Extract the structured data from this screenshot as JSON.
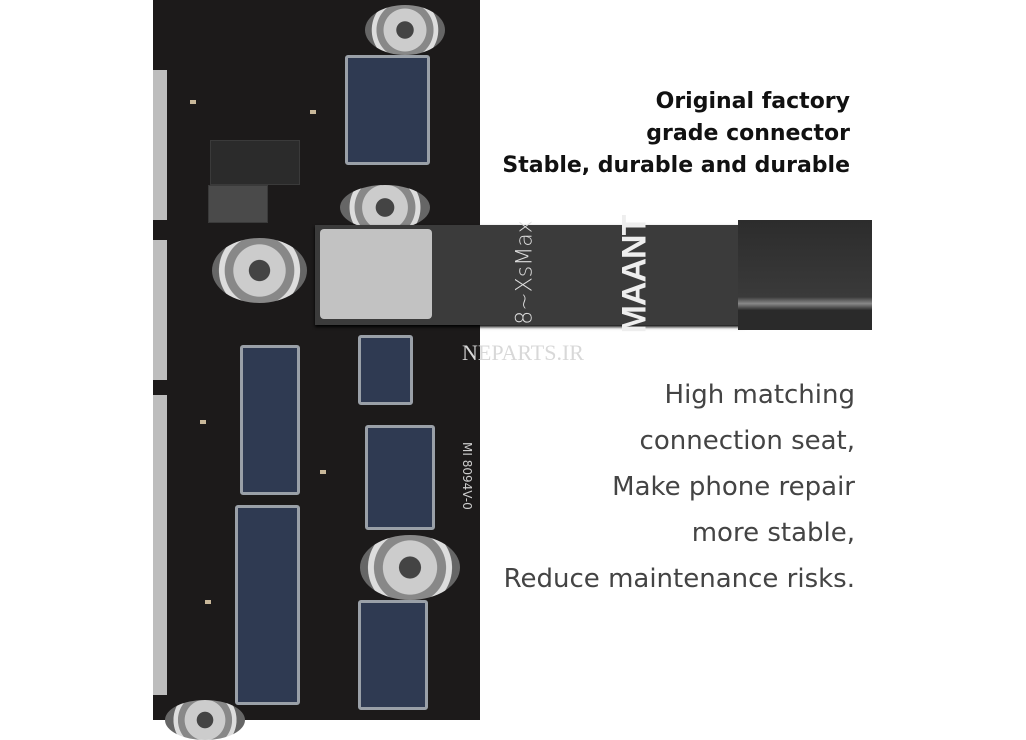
{
  "headline": [
    "Original factory",
    "grade connector",
    "Stable, durable and durable"
  ],
  "description": [
    "High matching",
    "connection seat,",
    "Make phone repair",
    "more stable,",
    "Reduce maintenance risks."
  ],
  "cable": {
    "model_label": "8~XsMax",
    "brand": "MAANT"
  },
  "board_marking": "MI 8094V-0",
  "watermark": "NEPARTS.IR"
}
